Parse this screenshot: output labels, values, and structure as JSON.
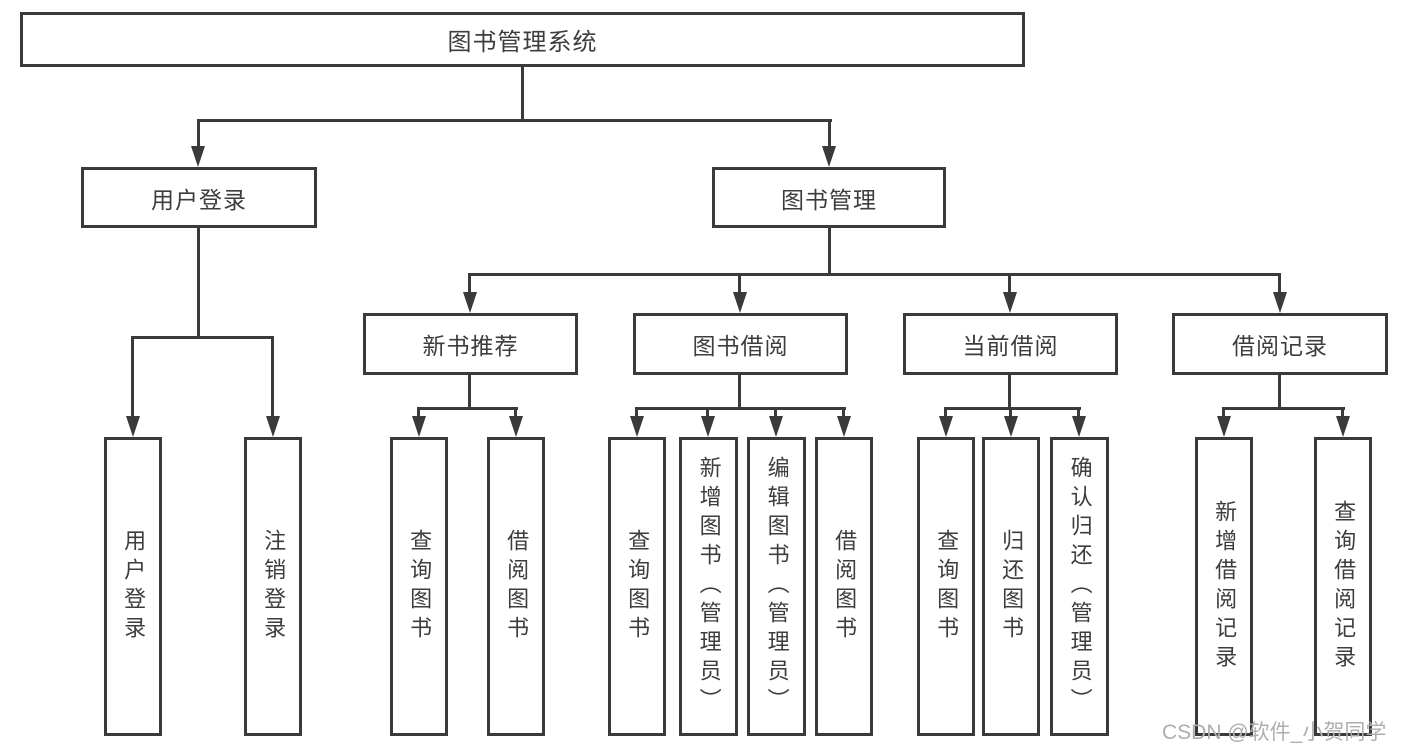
{
  "tree": {
    "root": "图书管理系统",
    "branches": [
      {
        "label": "用户登录",
        "children": [
          "用户登录",
          "注销登录"
        ]
      },
      {
        "label": "图书管理",
        "children": [
          {
            "label": "新书推荐",
            "children": [
              "查询图书",
              "借阅图书"
            ]
          },
          {
            "label": "图书借阅",
            "children": [
              "查询图书",
              "新增图书（管理员）",
              "编辑图书（管理员）",
              "借阅图书"
            ]
          },
          {
            "label": "当前借阅",
            "children": [
              "查询图书",
              "归还图书",
              "确认归还（管理员）"
            ]
          },
          {
            "label": "借阅记录",
            "children": [
              "新增借阅记录",
              "查询借阅记录"
            ]
          }
        ]
      }
    ]
  },
  "watermark": {
    "text": "CSDN @软件_小贺同学"
  },
  "colors": {
    "line": "#3a3a3a",
    "text": "#3d3d3d",
    "background": "#ffffff",
    "watermark": "#aeaeae"
  }
}
